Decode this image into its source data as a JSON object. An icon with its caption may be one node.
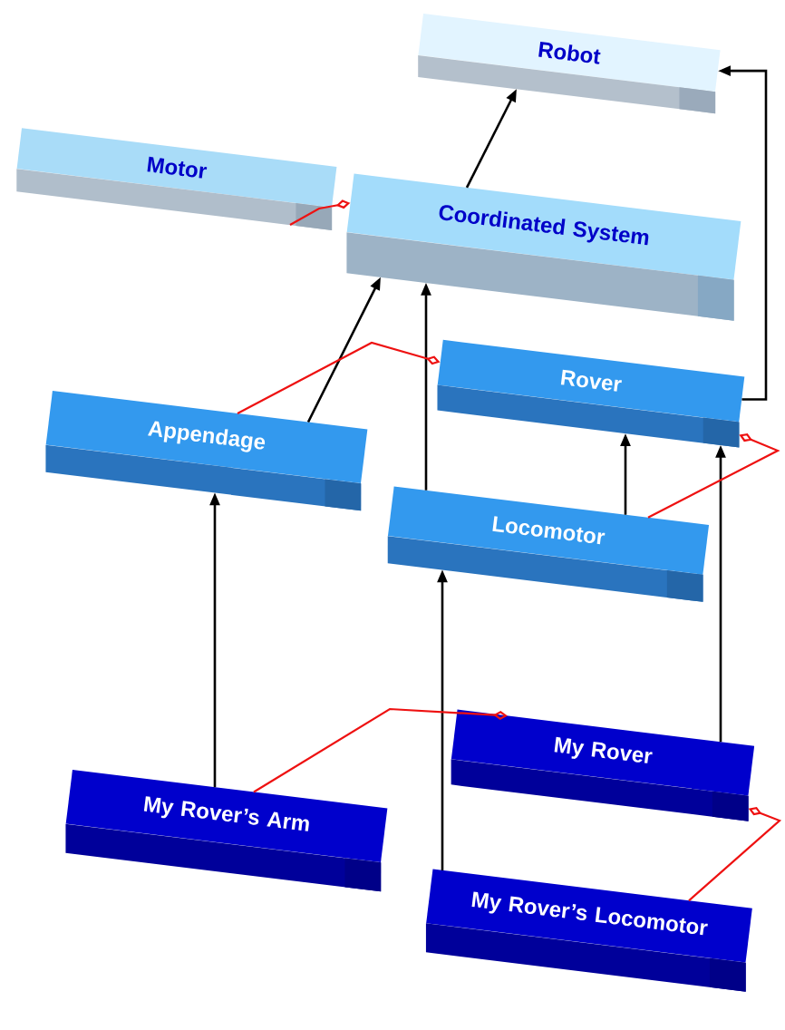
{
  "diagram": {
    "nodes": [
      {
        "text": [
          "Robot"
        ]
      },
      {
        "text": [
          "Motor"
        ]
      },
      {
        "text": [
          "Coordinated System"
        ]
      },
      {
        "text": [
          "Appendage"
        ]
      },
      {
        "text": [
          "Rover"
        ]
      },
      {
        "text": [
          "Locomotor"
        ]
      },
      {
        "text": [
          "My Rover’s Arm"
        ]
      },
      {
        "text": [
          "My Rover"
        ]
      },
      {
        "text": [
          "My Rover’s Locomotor"
        ]
      }
    ],
    "edges": [
      {
        "from": 2,
        "to": 0,
        "arrow": "to"
      },
      {
        "from": 4,
        "to": 0,
        "arrow": "to"
      },
      {
        "from": 3,
        "to": 2,
        "arrow": "to"
      },
      {
        "from": 5,
        "to": 2,
        "arrow": "to"
      },
      {
        "from": 5,
        "to": 4,
        "arrow": "to"
      },
      {
        "from": 6,
        "to": 3,
        "arrow": "to"
      },
      {
        "from": 7,
        "to": 4,
        "arrow": "to"
      },
      {
        "from": 8,
        "to": 5,
        "arrow": "to"
      },
      {
        "from": 1,
        "to": 2,
        "arrow": "other",
        "color": "#ee1111"
      },
      {
        "from": 3,
        "to": 4,
        "arrow": "other",
        "color": "#ee1111"
      },
      {
        "from": 5,
        "to": 4,
        "arrow": "other",
        "color": "#ee1111"
      },
      {
        "from": 6,
        "to": 7,
        "arrow": "other",
        "color": "#ee1111"
      },
      {
        "from": 8,
        "to": 7,
        "arrow": "other",
        "color": "#ee1111"
      }
    ]
  }
}
